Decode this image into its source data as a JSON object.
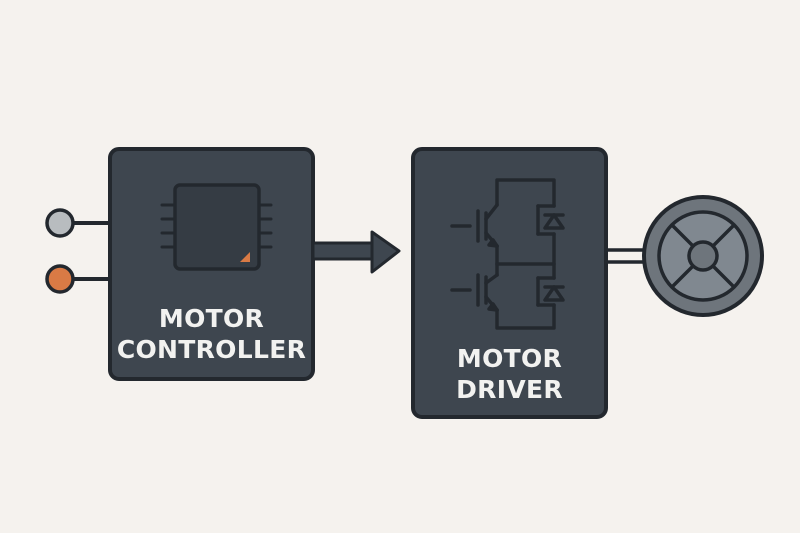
{
  "diagram": {
    "controller": {
      "label_line1": "MOTOR",
      "label_line2": "CONTROLLER"
    },
    "driver": {
      "label_line1": "MOTOR",
      "label_line2": "DRIVER"
    }
  },
  "colors": {
    "background": "#f5f2ee",
    "block_fill": "#3e464f",
    "outline": "#23282e",
    "chip_fill": "#353c44",
    "accent_orange": "#d97a45",
    "input_gray": "#b8bcbf",
    "motor_fill": "#6e757c",
    "text": "#f2f2f0"
  },
  "icons": {
    "controller_chip": "microcontroller-chip-icon",
    "driver_circuit": "igbt-half-bridge-icon",
    "motor": "motor-icon"
  }
}
